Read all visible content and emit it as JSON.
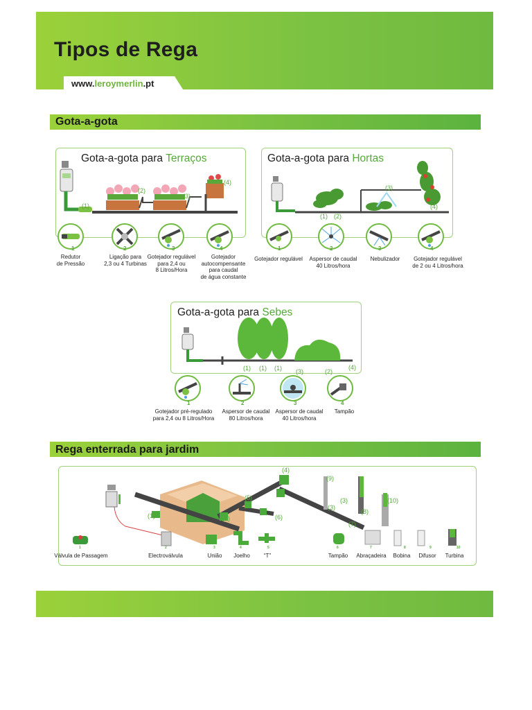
{
  "header": {
    "title": "Tipos de Rega",
    "url_prefix": "www.",
    "url_brand": "leroymerlin",
    "url_suffix": ".pt"
  },
  "sections": {
    "drip": "Gota-a-gota",
    "buried": "Rega enterrada para jardim"
  },
  "terracos": {
    "title_prefix": "Gota-a-gota para ",
    "title_highlight": "Terraços",
    "callouts": [
      "(1)",
      "(2)",
      "(3)",
      "(4)"
    ],
    "items": [
      {
        "num": "1",
        "label": "Redutor\nde Pressão"
      },
      {
        "num": "2",
        "label": "Ligação para\n2,3 ou 4 Turbinas"
      },
      {
        "num": "3",
        "label": "Gotejador regulável\npara 2,4 ou\n8 Litros/Hora"
      },
      {
        "num": "4",
        "label": "Gotejador\nautocompensante\npara caudal\nde água constante"
      }
    ]
  },
  "hortas": {
    "title_prefix": "Gota-a-gota para ",
    "title_highlight": "Hortas",
    "callouts": [
      "(1)",
      "(2)",
      "(3)",
      "(4)"
    ],
    "items": [
      {
        "num": "1",
        "label": "Gotejador regulável"
      },
      {
        "num": "2",
        "label": "Aspersor de caudal\n40 Litros/hora"
      },
      {
        "num": "3",
        "label": "Nebulizador"
      },
      {
        "num": "4",
        "label": "Gotejador regulável\nde 2 ou 4 Litros/hora"
      }
    ]
  },
  "sebes": {
    "title_prefix": "Gota-a-gota para ",
    "title_highlight": "Sebes",
    "callouts": [
      "(1)",
      "(1)",
      "(1)",
      "(3)",
      "(2)",
      "(4)"
    ],
    "items": [
      {
        "num": "1",
        "label": "Gotejador pré-regulado\npara 2,4 ou 8 Litros/Hora"
      },
      {
        "num": "2",
        "label": "Aspersor de caudal\n80 Litros/hora"
      },
      {
        "num": "3",
        "label": "Aspersor de caudal\n40 Litros/hora"
      },
      {
        "num": "4",
        "label": "Tampão"
      }
    ]
  },
  "jardim": {
    "callouts": [
      "(1)",
      "(2)",
      "(3)",
      "(3)",
      "(4)",
      "(5)",
      "(6)",
      "(7)",
      "(8)",
      "(9)",
      "(10)"
    ],
    "items": [
      {
        "num": "1",
        "label": "Válvula de Passagem"
      },
      {
        "num": "2",
        "label": "Electroválvula"
      },
      {
        "num": "3",
        "label": "União"
      },
      {
        "num": "4",
        "label": "Joelho"
      },
      {
        "num": "5",
        "label": "“T”"
      },
      {
        "num": "6",
        "label": "Tampão"
      },
      {
        "num": "7",
        "label": "Abraçadeira"
      },
      {
        "num": "8",
        "label": "Bobina"
      },
      {
        "num": "9",
        "label": "Difusor"
      },
      {
        "num": "10",
        "label": "Turbina"
      }
    ]
  },
  "colors": {
    "brand_green": "#7cc242",
    "light_green": "#9bd13a",
    "text_green": "#55a83a",
    "pipe": "#444444"
  }
}
